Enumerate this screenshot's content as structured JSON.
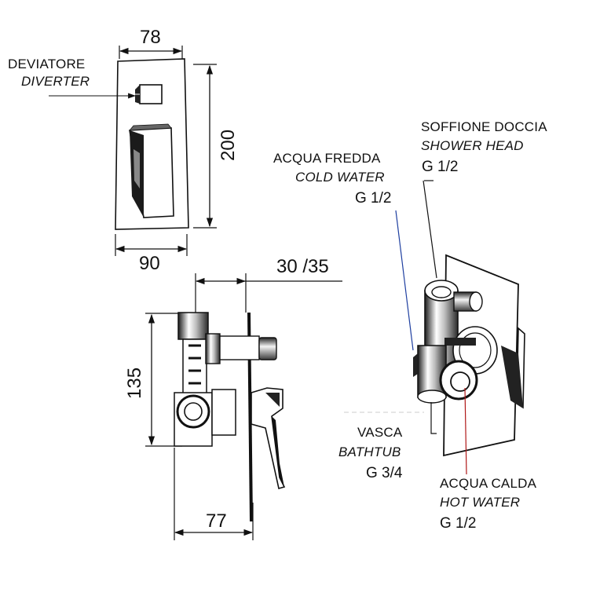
{
  "dimensions": {
    "front_width_top": "78",
    "front_width_bottom": "90",
    "front_height": "200",
    "side_depth": "30 /35",
    "side_height": "135",
    "side_width": "77"
  },
  "labels": {
    "diverter": {
      "it": "DEVIATORE",
      "en": "DIVERTER"
    },
    "cold_water": {
      "it": "ACQUA FREDDA",
      "en": "COLD WATER",
      "thread": "G 1/2"
    },
    "shower_head": {
      "it": "SOFFIONE DOCCIA",
      "en": "SHOWER HEAD",
      "thread": "G 1/2"
    },
    "bathtub": {
      "it": "VASCA",
      "en": "BATHTUB",
      "thread": "G 3/4"
    },
    "hot_water": {
      "it": "ACQUA CALDA",
      "en": "HOT WATER",
      "thread": "G 1/2"
    }
  },
  "colors": {
    "line": "#111111",
    "cold_leader": "#1e3fa0",
    "hot_leader": "#b01818"
  }
}
